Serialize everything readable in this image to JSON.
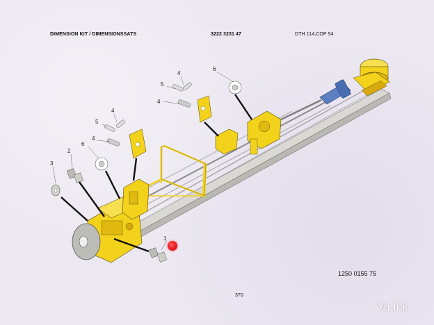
{
  "header": {
    "title": "DIMENSION KIT / DIMENSIONSSATS",
    "part_number": "3222 3231 47",
    "model": "DTH 114,COP 54"
  },
  "drawing_number": "1250 0155 75",
  "page_number": "370",
  "watermark": "Yu.Ink",
  "callouts": [
    "1",
    "2",
    "3",
    "4",
    "4",
    "4",
    "4",
    "5",
    "5",
    "6",
    "6"
  ],
  "colors": {
    "frame_yellow": "#f3d21c",
    "frame_outline": "#6b5a10",
    "rail_grey": "#c9c9c4",
    "cylinder_blue": "#5d7fc2",
    "marker_red": "#e3141a"
  }
}
